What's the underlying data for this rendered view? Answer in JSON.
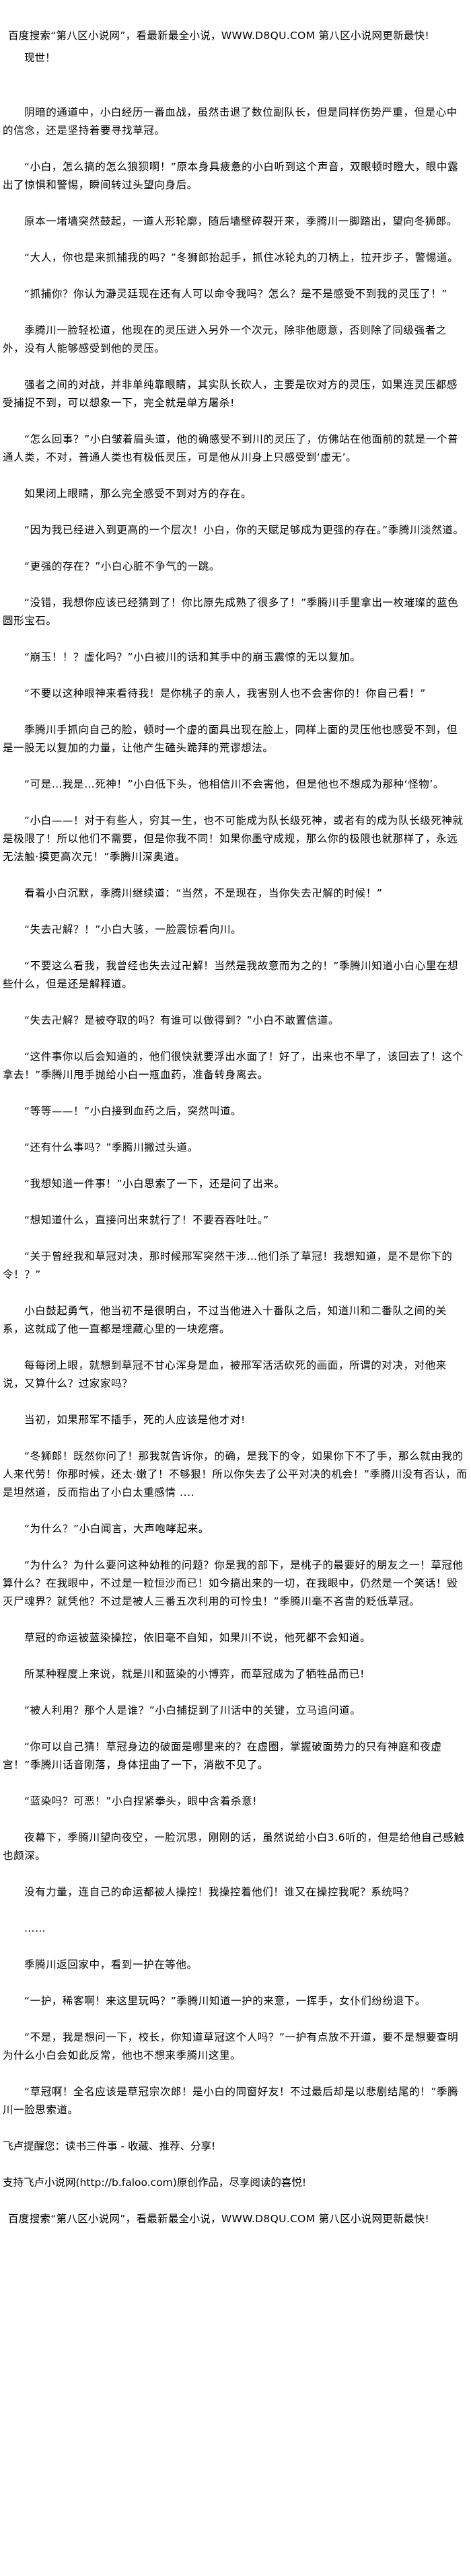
{
  "banner": "百度搜索“第八区小说网”，看最新最全小说，WWW.D8QU.COM  第八区小说网更新最快!",
  "chapter_title": "现世！",
  "paragraphs": [
    "阴暗的通道中，小白经历一番血战，虽然击退了数位副队长，但是同样伤势严重，但是心中的信念，还是坚持着要寻找草冠。",
    "“小白，怎么搞的怎么狼狈啊！”原本身具疲惫的小白听到这个声音，双眼顿时瞪大，眼中露出了惊惧和警惕，瞬间转过头望向身后。",
    "原本一堵墙突然鼓起，一道人形轮廓，随后墙壁碎裂开来，季腾川一脚踏出，望向冬狮郎。",
    "“大人，你也是来抓捕我的吗？”冬狮郎抬起手，抓住冰轮丸的刀柄上，拉开步子，警惕道。",
    "“抓捕你？你认为瀞灵廷现在还有人可以命令我吗？怎么？是不是感受不到我的灵压了！”",
    "季腾川一脸轻松道，他现在的灵压进入另外一个次元，除非他愿意，否则除了同级强者之外，没有人能够感受到他的灵压。",
    "强者之间的对战，并非单纯靠眼睛，其实队长砍人，主要是砍对方的灵压，如果连灵压都感受捕捉不到，可以想象一下，完全就是单方屠杀!",
    "“怎么回事？”小白皱着眉头道，他的确感受不到川的灵压了，仿佛站在他面前的就是一个普通人类，不对，普通人类也有极低灵压，可是他从川身上只感受到‘虚无’。",
    "如果闭上眼睛，那么完全感受不到对方的存在。",
    "“因为我已经进入到更高的一个层次！小白，你的天赋足够成为更强的存在。”季腾川淡然道。",
    "“更强的存在？”小白心脏不争气的一跳。",
    "“没错，我想你应该已经猜到了！你比原先成熟了很多了！”季腾川手里拿出一枚璀璨的蓝色圆形宝石。",
    "“崩玉！！？虚化吗？”小白被川的话和其手中的崩玉震惊的无以复加。",
    "“不要以这种眼神来看待我！是你桃子的亲人，我害别人也不会害你的！你自己看！”",
    "季腾川手抓向自己的脸，顿时一个虚的面具出现在脸上，同样上面的灵压他也感受不到，但是一股无以复加的力量，让他产生磕头跪拜的荒谬想法。",
    "“可是…我是…死神！”小白低下头，他相信川不会害他，但是他也不想成为那种‘怪物’。",
    "“小白——！对于有些人，穷其一生，也不可能成为队长级死神，或者有的成为队长级死神就是极限了！所以他们不需要，但是你我不同！如果你墨守成规，那么你的极限也就那样了，永远无法触·摸更高次元！”季腾川深奥道。",
    "看着小白沉默，季腾川继续道：“当然，不是现在，当你失去卍解的时候！”",
    "“失去卍解？！”小白大骇，一脸震惊看向川。",
    "“不要这么看我，我曾经也失去过卍解！当然是我故意而为之的！”季腾川知道小白心里在想些什么，但是还是解释道。",
    "“失去卍解？是被夺取的吗？有谁可以做得到？”小白不敢置信道。",
    "“这件事你以后会知道的，他们很快就要浮出水面了！好了，出来也不早了，该回去了！这个拿去！”季腾川甩手抛给小白一瓶血药，准备转身离去。",
    "“等等——！”小白接到血药之后，突然叫道。",
    "“还有什么事吗？”季腾川撇过头道。",
    "“我想知道一件事！”小白思索了一下，还是问了出来。",
    "“想知道什么，直接问出来就行了！不要吞吞吐吐。”",
    "“关于曾经我和草冠对决，那时候邢军突然干涉…他们杀了草冠！我想知道，是不是你下的令！？”",
    "小白鼓起勇气，他当初不是很明白，不过当他进入十番队之后，知道川和二番队之间的关系，这就成了他一直都是埋藏心里的一块疙瘩。",
    "每每闭上眼，就想到草冠不甘心浑身是血，被邢军活活砍死的画面，所谓的对决，对他来说，又算什么？过家家吗？",
    "当初，如果邢军不插手，死的人应该是他才对!",
    "“冬狮郎！既然你问了！那我就告诉你，的确，是我下的令，如果你下不了手，那么就由我的人来代劳！你那时候，还太·嫩了！不够狠！所以你失去了公平对决的机会！”季腾川没有否认，而是坦然道，反而指出了小白太重感情 ....",
    "“为什么？”小白闻言，大声咆哮起来。",
    "“为什么？为什么要问这种幼稚的问题？你是我的部下，是桃子的最要好的朋友之一！草冠他算什么？在我眼中，不过是一粒恒沙而已！如今搞出来的一切，在我眼中，仍然是一个笑话！毁灭尸魂界？就凭他？不过是被人三番五次利用的可怜虫！”季腾川毫不吝啬的贬低草冠。",
    "草冠的命运被蓝染操控，依旧毫不自知，如果川不说，他死都不会知道。",
    "所某种程度上来说，就是川和蓝染的小博弈，而草冠成为了牺牲品而已!",
    "“被人利用？那个人是谁？”小白捕捉到了川话中的关键，立马追问道。",
    "“你可以自己猜！草冠身边的破面是哪里来的？在虚圈，掌握破面势力的只有神庭和夜虚宫！”季腾川话音刚落，身体扭曲了一下，消散不见了。",
    "“蓝染吗？可恶！”小白捏紧拳头，眼中含着杀意!",
    "夜幕下，季腾川望向夜空，一脸沉思，刚刚的话，虽然说给小白3.6听的，但是给他自己感触也颇深。",
    "没有力量，连自己的命运都被人操控！我操控着他们！谁又在操控我呢？系统吗？",
    "……",
    "季腾川返回家中，看到一护在等他。",
    "“一护，稀客啊！来这里玩吗？”季腾川知道一护的来意，一挥手，女仆们纷纷退下。",
    "“不是，我是想问一下，校长，你知道草冠这个人吗？”一护有点放不开道，要不是想要查明为什么小白会如此反常，他也不想来季腾川这里。",
    "“草冠啊！全名应该是草冠宗次郎！是小白的同窗好友！不过最后却是以悲剧结尾的！”季腾川一脸思索道。"
  ],
  "footer_notes": [
    "飞卢提醒您：读书三件事 - 收藏、推荐、分享!",
    "支持飞卢小说网(http://b.faloo.com)原创作品，尽享阅读的喜悦!"
  ]
}
